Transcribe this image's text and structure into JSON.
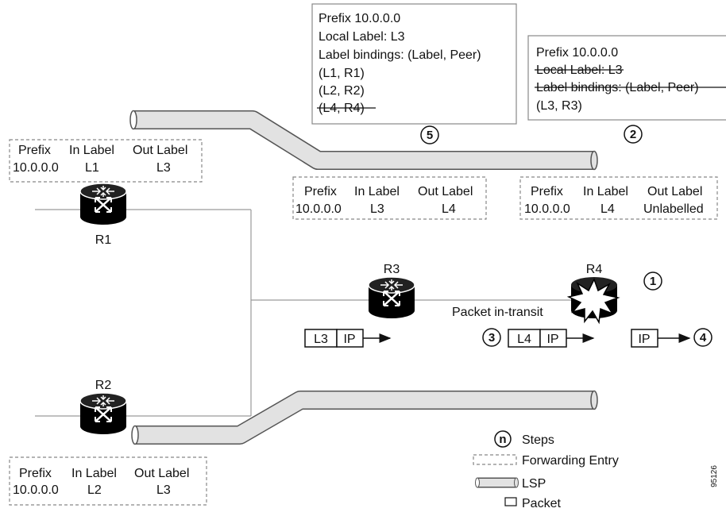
{
  "routers": {
    "r1": "R1",
    "r2": "R2",
    "r3": "R3",
    "r4": "R4"
  },
  "forwarding_tables": {
    "r1": {
      "headers": [
        "Prefix",
        "In Label",
        "Out Label"
      ],
      "row": [
        "10.0.0.0",
        "L1",
        "L3"
      ]
    },
    "r2": {
      "headers": [
        "Prefix",
        "In Label",
        "Out Label"
      ],
      "row": [
        "10.0.0.0",
        "L2",
        "L3"
      ]
    },
    "r3": {
      "headers": [
        "Prefix",
        "In Label",
        "Out Label"
      ],
      "row": [
        "10.0.0.0",
        "L3",
        "L4"
      ]
    },
    "r4": {
      "headers": [
        "Prefix",
        "In Label",
        "Out Label"
      ],
      "row": [
        "10.0.0.0",
        "L4",
        "Unlabelled"
      ]
    }
  },
  "info_box_5": {
    "prefix": "Prefix 10.0.0.0",
    "local_label": "Local Label: L3",
    "bindings_title": "Label bindings: (Label, Peer)",
    "binding_1": "(L1, R1)",
    "binding_2": "(L2, R2)",
    "binding_3_struck": "(L4, R4)"
  },
  "info_box_2": {
    "prefix": "Prefix 10.0.0.0",
    "local_label_struck": "Local Label: L3",
    "bindings_struck": "Label bindings: (Label, Peer)",
    "binding_1": "(L3, R3)"
  },
  "steps": {
    "one": "1",
    "two": "2",
    "three": "3",
    "four": "4",
    "five": "5"
  },
  "packet_in_transit_label": "Packet in-transit",
  "packets": {
    "r3_packet": [
      "L3",
      "IP"
    ],
    "r4_packet": [
      "L4",
      "IP"
    ],
    "out_packet": [
      "IP"
    ]
  },
  "legend": {
    "step_symbol": "n",
    "steps_label": "Steps",
    "forwarding_entry_label": "Forwarding Entry",
    "lsp_label": "LSP",
    "packet_label": "Packet"
  },
  "figure_id": "95126",
  "colors": {
    "router_body": "#000000",
    "link_line": "#9a9a9a",
    "lsp_fill": "#e2e2e2",
    "table_border": "#888888"
  }
}
